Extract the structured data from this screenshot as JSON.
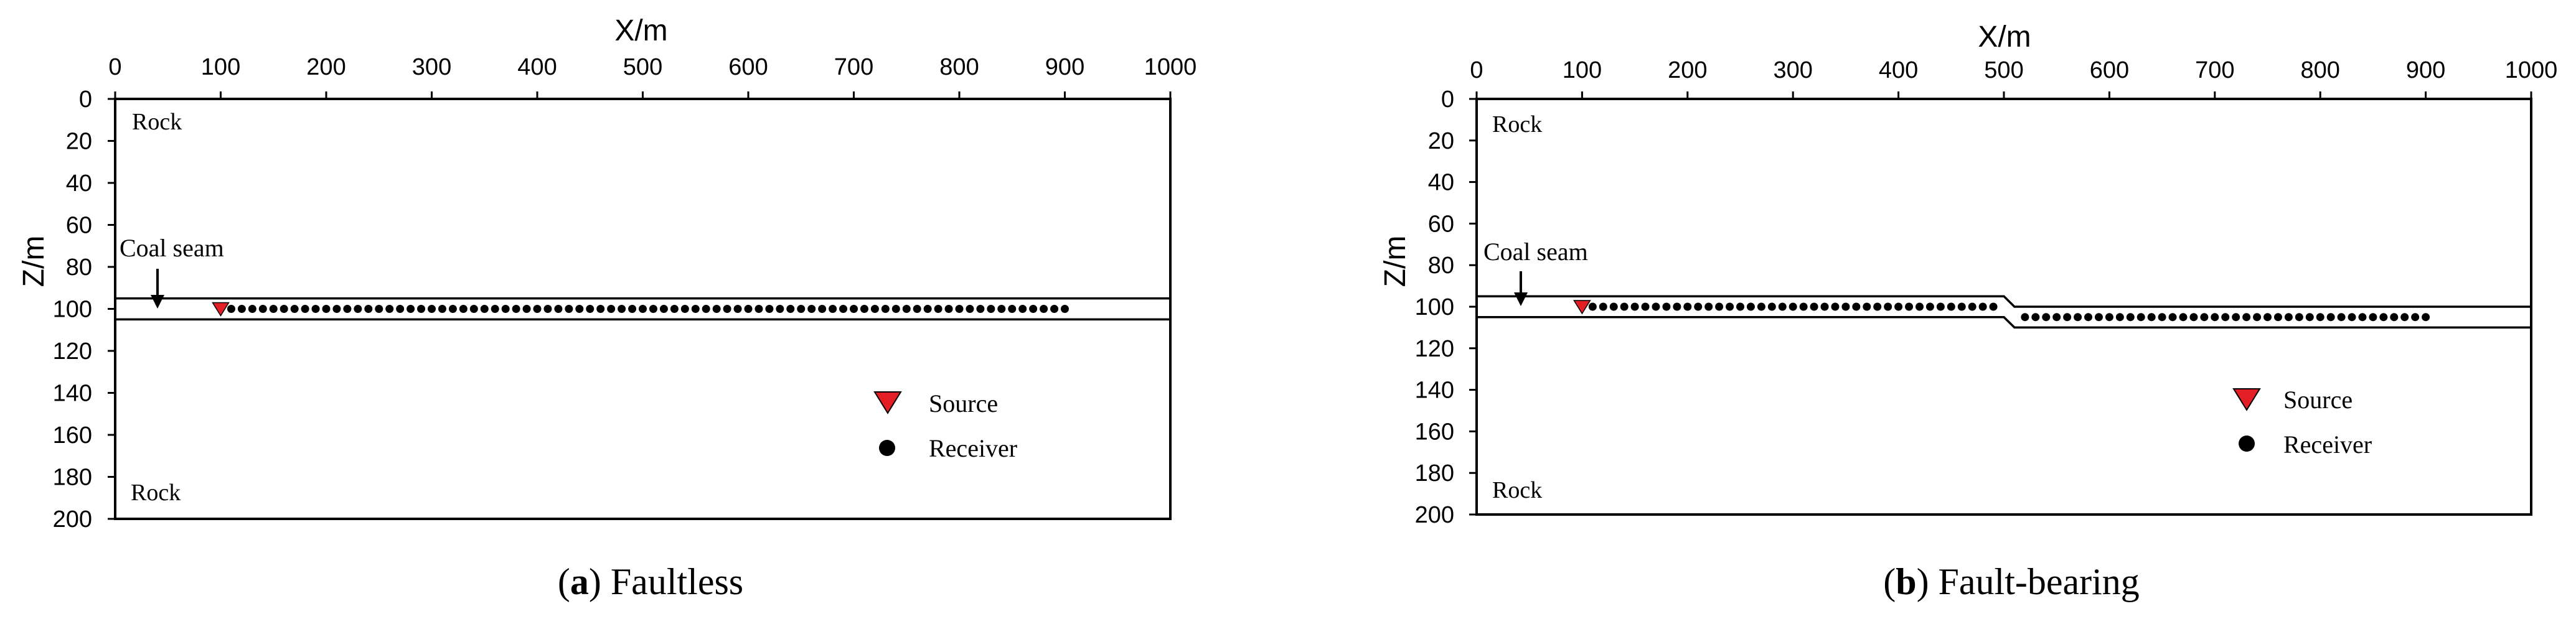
{
  "panels": [
    {
      "id": "a",
      "caption_letter": "a",
      "caption_text": "Faultless",
      "x_axis_label": "X/m",
      "y_axis_label": "Z/m",
      "x_ticks": [
        "0",
        "100",
        "200",
        "300",
        "400",
        "500",
        "600",
        "700",
        "800",
        "900",
        "1000"
      ],
      "y_ticks": [
        "0",
        "20",
        "40",
        "60",
        "80",
        "100",
        "120",
        "140",
        "160",
        "180",
        "200"
      ],
      "rock_top_label": "Rock",
      "rock_bottom_label": "Rock",
      "coal_seam_label": "Coal seam",
      "legend": {
        "source": "Source",
        "receiver": "Receiver"
      },
      "model": {
        "x_range": [
          0,
          1000
        ],
        "z_range": [
          0,
          200
        ],
        "seam_left": {
          "top_z": 95,
          "bottom_z": 105
        },
        "seam_right": {
          "top_z": 95,
          "bottom_z": 105
        },
        "fault_x": null,
        "source": {
          "x": 100,
          "z": 100
        },
        "receivers_left": {
          "x_start": 110,
          "x_end": 900,
          "step": 10,
          "z": 100
        },
        "receivers_right": null
      }
    },
    {
      "id": "b",
      "caption_letter": "b",
      "caption_text": "Fault-bearing",
      "x_axis_label": "X/m",
      "y_axis_label": "Z/m",
      "x_ticks": [
        "0",
        "100",
        "200",
        "300",
        "400",
        "500",
        "600",
        "700",
        "800",
        "900",
        "1000"
      ],
      "y_ticks": [
        "0",
        "20",
        "40",
        "60",
        "80",
        "100",
        "120",
        "140",
        "160",
        "180",
        "200"
      ],
      "rock_top_label": "Rock",
      "rock_bottom_label": "Rock",
      "coal_seam_label": "Coal seam",
      "legend": {
        "source": "Source",
        "receiver": "Receiver"
      },
      "model": {
        "x_range": [
          0,
          1000
        ],
        "z_range": [
          0,
          200
        ],
        "seam_left": {
          "top_z": 95,
          "bottom_z": 105
        },
        "seam_right": {
          "top_z": 100,
          "bottom_z": 110
        },
        "fault_x": [
          500,
          510
        ],
        "source": {
          "x": 100,
          "z": 100
        },
        "receivers_left": {
          "x_start": 110,
          "x_end": 490,
          "step": 10,
          "z": 100
        },
        "receivers_right": {
          "x_start": 520,
          "x_end": 900,
          "step": 10,
          "z": 105
        }
      }
    }
  ],
  "colors": {
    "source": "#e31e24",
    "receiver": "#000000",
    "line": "#000000"
  }
}
